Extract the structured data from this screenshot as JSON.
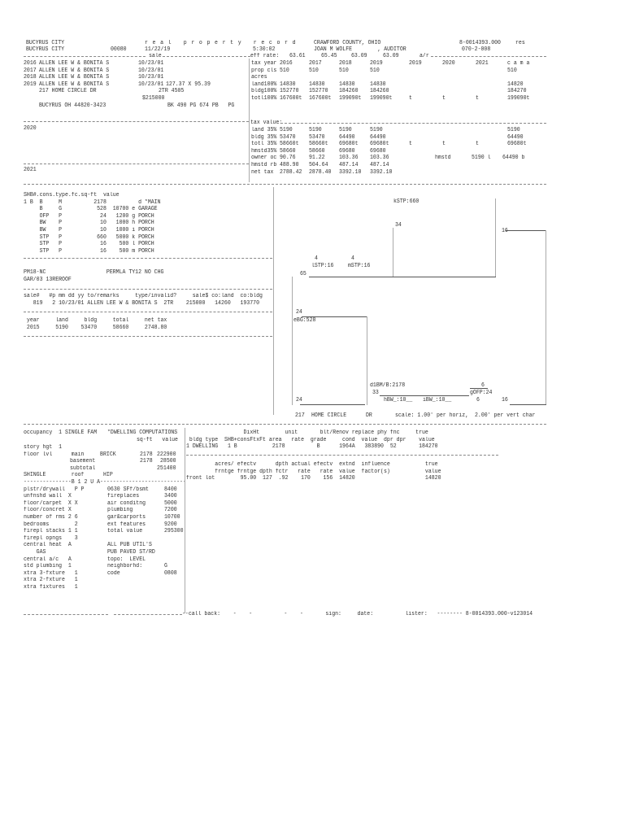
{
  "header": {
    "city1": "BUCYRUS CITY",
    "city2": "BUCYRUS CITY",
    "district": "00080",
    "title": "r e a l   p r o p e r t y   r e c o r d",
    "print_date": "11/22/19",
    "print_time": "5:30:02",
    "county": "CRAWFORD COUNTY, OHIO",
    "auditor": "JOAN M WOLFE        , AUDITOR",
    "parcel": "8-0014393.000",
    "class": "res",
    "route": "070-2-008"
  },
  "owners": {
    "section_label": "sale",
    "rows": [
      {
        "year": "2016",
        "name": "ALLEN LEE W & BONITA S",
        "date": "10/23/01"
      },
      {
        "year": "2017",
        "name": "ALLEN LEE W & BONITA S",
        "date": "10/23/01"
      },
      {
        "year": "2018",
        "name": "ALLEN LEE W & BONITA S",
        "date": "10/23/01"
      },
      {
        "year": "2019",
        "name": "ALLEN LEE W & BONITA S",
        "date": "10/23/01",
        "dims": "127.37 X 95.39"
      }
    ],
    "address": "217 HOME CIRCLE DR",
    "sale_type": "2TR 4505",
    "sale_price": "$215000",
    "city_state_zip": "BUCYRUS OH 44820-3423",
    "book_page": "BK 490 PG 674 PB   PG",
    "year_2020": "2020",
    "year_2021": "2021"
  },
  "eff_rate": {
    "label": "eff rate:",
    "values": [
      "63.61",
      "65.45",
      "63.09",
      "63.09"
    ],
    "ar_label": "a/r"
  },
  "values_table": {
    "tax_year": {
      "label": "tax year",
      "values": [
        "2016",
        "2017",
        "2018",
        "2019",
        "2019",
        "2020",
        "2021",
        "c a m a"
      ]
    },
    "prop_cls": {
      "label": "prop cls",
      "values": [
        "510",
        "510",
        "510",
        "510",
        "",
        "",
        "",
        "510"
      ]
    },
    "acres": {
      "label": "acres"
    },
    "land100": {
      "label": "land100%",
      "values": [
        "14830",
        "14830",
        "14830",
        "14830",
        "",
        "",
        "",
        "14820"
      ]
    },
    "bldg100": {
      "label": "bldg100%",
      "values": [
        "152770",
        "152770",
        "184260",
        "184260",
        "",
        "",
        "",
        "184270"
      ]
    },
    "totl100": {
      "label": "totl100%",
      "values": [
        "167600t",
        "167600t",
        "199090t",
        "199090t",
        "t",
        "t",
        "t",
        "199090t"
      ]
    }
  },
  "tax_value": {
    "label": "tax value:",
    "land35": {
      "label": "land 35%",
      "values": [
        "5190",
        "5190",
        "5190",
        "5190",
        "",
        "",
        "",
        "5190"
      ]
    },
    "bldg35": {
      "label": "bldg 35%",
      "values": [
        "53470",
        "53470",
        "64490",
        "64490",
        "",
        "",
        "",
        "64490"
      ]
    },
    "totl35": {
      "label": "totl 35%",
      "values": [
        "58660t",
        "58660t",
        "69680t",
        "69680t",
        "t",
        "t",
        "t",
        "69680t"
      ]
    },
    "hmstd35": {
      "label": "hmstd35%",
      "values": [
        "58660",
        "58660",
        "69680",
        "69680"
      ]
    },
    "owner_oc": {
      "label": "owner oc",
      "values": [
        "90.76",
        "91.22",
        "103.36",
        "103.36"
      ]
    },
    "hmstd_rb": {
      "label": "hmstd rb",
      "values": [
        "488.90",
        "504.64",
        "487.14",
        "487.14"
      ]
    },
    "net_tax": {
      "label": "net tax",
      "values": [
        "2788.42",
        "2878.40",
        "3392.10",
        "3392.10"
      ]
    },
    "hmstd_label": "hmstd",
    "hmstd_land": "5190 l",
    "hmstd_bldg": "64490 b"
  },
  "improvements": {
    "header": "SHB#.cons.type.fc.sq-ft  value",
    "rows": [
      "1 B  B     M          2178          d *MAIN",
      "     B     G           528  10700 e GARAGE",
      "     OFP   P            24   1200 g PORCH",
      "     BW    P            10   1000 h PORCH",
      "     BW    P            10   1000 i PORCH",
      "     STP   P           660   5000 k PORCH",
      "     STP   P            16    500 l PORCH",
      "     STP   P            16    500 m PORCH"
    ]
  },
  "notes": {
    "line1": "PM18-NC                   PERMLA TY12 NO CHG",
    "line2": "GAR/03 13REROOF"
  },
  "sales": {
    "header": "sale#   #p mm dd yy to/remarks     type/invalid?     sale$ co:land  co:bldg",
    "row": "   819   2 10/23/01 ALLEN LEE W & BONITA S  2TR    215000   14260   193770"
  },
  "history": {
    "header": " year     land     bldg     total     net tax",
    "row": " 2015     5190    53470     58660     2748.80"
  },
  "sketch": {
    "labels": [
      "kSTP:660",
      "lSTP:16",
      "mSTP:16",
      "eBG:528",
      "d1BM/B:2178",
      "gOFP:24",
      "hBW_:10__",
      "iBW_:10__"
    ],
    "dims": [
      "65",
      "34",
      "16",
      "24",
      "24",
      "33",
      "6",
      "6",
      "16",
      "4",
      "4"
    ],
    "street_no": "217",
    "street": "HOME CIRCLE",
    "suffix": "DR",
    "scale": "scale: 1.00' per horiz,  2.00' per vert char"
  },
  "dwelling": {
    "occupancy": "occupancy  1 SINGLE FAM",
    "comp_title": "*DWELLING COMPUTATIONS",
    "comp_cols": "sq-ft   value",
    "story_hgt": "story hgt  1",
    "floor_lvl": "floor lvl      main     BRICK",
    "main_sqft": "2178",
    "main_value": "222900",
    "basement": "basement",
    "base_sqft": "2178",
    "base_value": "28500",
    "subtotal": "subtotal",
    "subtotal_value": "251400",
    "roof_line": "SHINGLE        roof      HIP",
    "bracket": "---------------B 1 2 U A---------------------------",
    "features": [
      {
        "l": "plstr/drywall   P P",
        "r": "0630 SFf/bsmt",
        "v": "8400"
      },
      {
        "l": "unfnshd wall  X",
        "r": "fireplaces",
        "v": "3400"
      },
      {
        "l": "floor/carpet  X X",
        "r": "air conditng",
        "v": "5000"
      },
      {
        "l": "floor/concret X",
        "r": "plumbing",
        "v": "7200"
      },
      {
        "l": "number of rms 2 6",
        "r": "gar&carports",
        "v": "10700"
      },
      {
        "l": "bedrooms        2",
        "r": "ext features",
        "v": "9200"
      },
      {
        "l": "firepl stacks 1 1",
        "r": "total value",
        "v": "295300"
      },
      {
        "l": "firepl opngs    3",
        "r": "",
        "v": ""
      },
      {
        "l": "central heat  A",
        "r": "ALL PUB UTIL'S",
        "v": ""
      },
      {
        "l": "    GAS",
        "r": "PUB PAVED ST/RD",
        "v": ""
      },
      {
        "l": "central a/c   A",
        "r": "topo:  LEVEL",
        "v": ""
      },
      {
        "l": "std plumbing  1",
        "r": "neighborhd:",
        "v": "G"
      },
      {
        "l": "xtra 3-fxture   1",
        "r": "code",
        "v": "0808"
      },
      {
        "l": "xtra 2-fxture   1",
        "r": "",
        "v": ""
      },
      {
        "l": "xtra fixtures   1",
        "r": "",
        "v": ""
      }
    ]
  },
  "building": {
    "h1": "                  DixHt        unit       blt/Renov replace phy fnc     true",
    "h2": " bldg type  SHB+consFtxFt area   rate  grade     cond  value  dpr dpr    value",
    "row": "1 DWELLING   1 B           2178          B      1964A   383890  52       184270"
  },
  "land": {
    "h1": "         acres/ efectv      dpth actual efectv  extnd  influence           true",
    "h2": "         frntge frntge dpth fctr   rate   rate  value  factor(s)           value",
    "row": "front lot        95.00  127  .92    170    156  14820                      14820"
  },
  "footer": {
    "text": "--call back:    -    -          -    -       sign:     date:          lister:   -------- 8-0014393.000-v123014"
  }
}
